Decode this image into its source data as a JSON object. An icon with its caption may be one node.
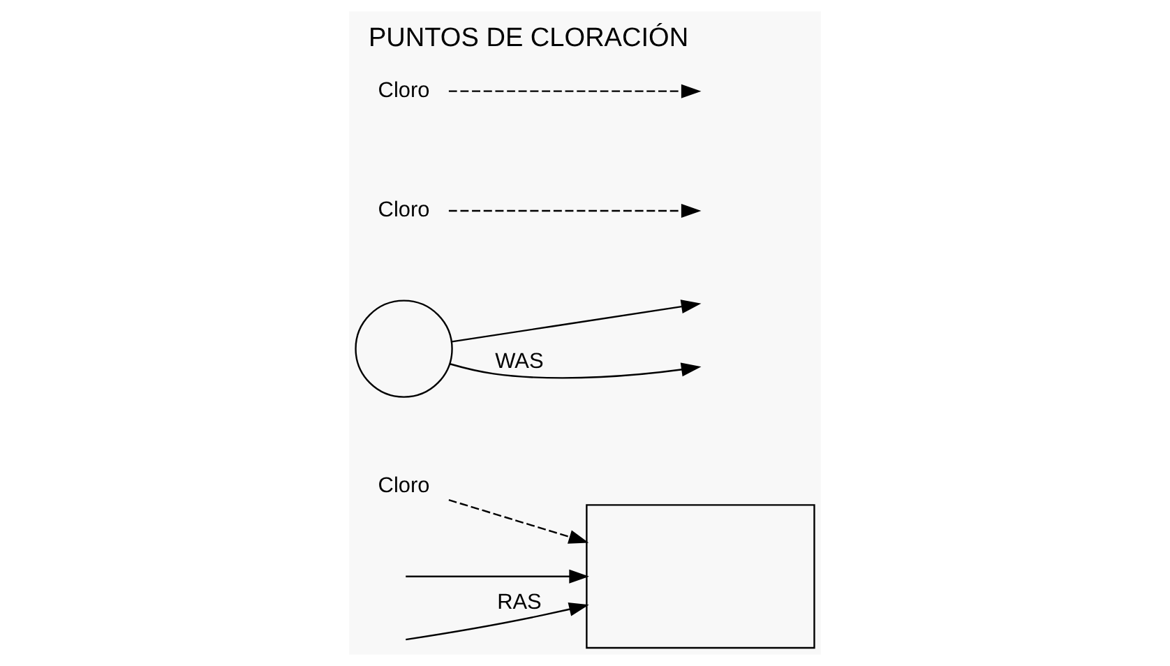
{
  "diagram": {
    "title": "PUNTOS DE CLORACIÓN",
    "nodes": [
      {
        "text": [],
        "shape": "box"
      },
      {
        "text": [],
        "shape": "circle"
      },
      {
        "text": [
          "Cloro"
        ]
      },
      {
        "text": [
          "Cloro"
        ]
      },
      {
        "text": [
          "Cloro"
        ]
      }
    ],
    "edges": [
      {
        "from": null,
        "to": 0,
        "arrow": "to"
      },
      {
        "from": 2,
        "to": 0,
        "arrow": "to",
        "style": "dashed"
      },
      {
        "from": 3,
        "to": null,
        "arrow": "to",
        "style": "dashed"
      },
      {
        "from": 1,
        "to": null,
        "arrow": "to"
      },
      {
        "from": null,
        "to": 0,
        "arrow": "to",
        "label": "RAS"
      },
      {
        "from": 4,
        "to": null,
        "arrow": "to",
        "style": "dashed"
      },
      {
        "from": 1,
        "to": null,
        "arrow": "to",
        "label": "WAS"
      }
    ]
  }
}
